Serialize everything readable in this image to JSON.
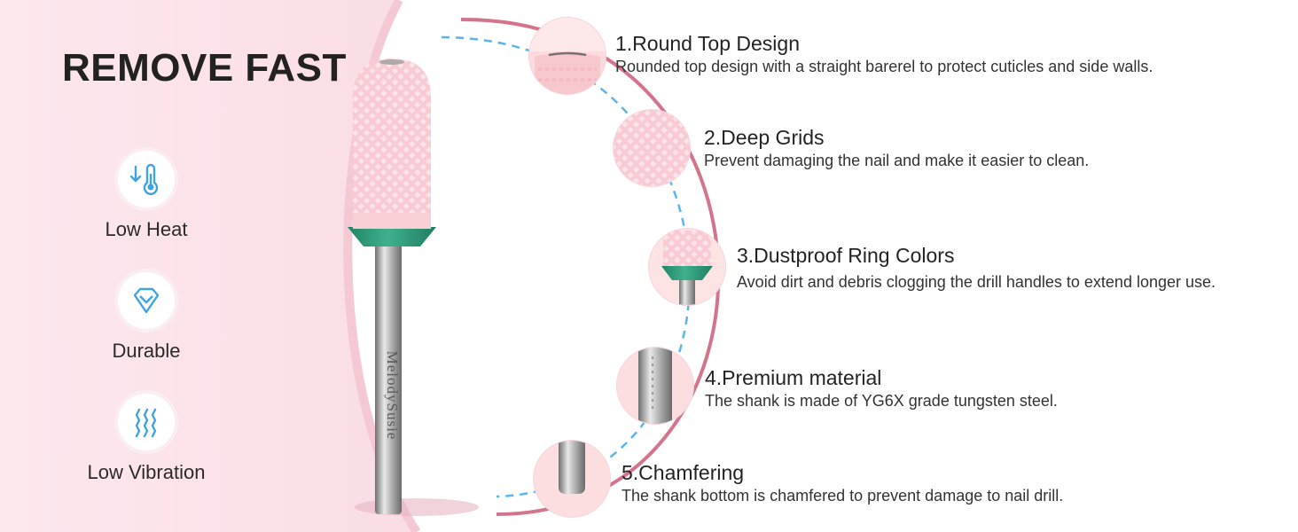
{
  "headline": "REMOVE FAST",
  "features": [
    {
      "icon": "thermometer-low-icon",
      "label": "Low Heat"
    },
    {
      "icon": "diamond-icon",
      "label": "Durable"
    },
    {
      "icon": "vibration-waves-icon",
      "label": "Low Vibration"
    }
  ],
  "points": [
    {
      "title": "1.Round Top Design",
      "desc": "Rounded top design with a straight barerel to protect cuticles and side walls."
    },
    {
      "title": "2.Deep Grids",
      "desc": "Prevent damaging the nail and make it easier to clean."
    },
    {
      "title": "3.Dustproof Ring Colors",
      "desc": "Avoid dirt and debris clogging the drill handles to extend longer use."
    },
    {
      "title": "4.Premium material",
      "desc": "The shank is made of YG6X grade tungsten steel."
    },
    {
      "title": "5.Chamfering",
      "desc": "The shank bottom is chamfered to prevent damage to nail drill."
    }
  ],
  "brand_engraving": "MelodySusie",
  "colors": {
    "panel_pink": "#fce4ea",
    "arc_rose": "#d4748c",
    "dash_blue": "#5ab6ea",
    "icon_blue": "#3ea3e0",
    "bit_pink": "#f9cfd6",
    "ring_green": "#2f9c7c",
    "shank_steel": "#8c8c8c"
  }
}
